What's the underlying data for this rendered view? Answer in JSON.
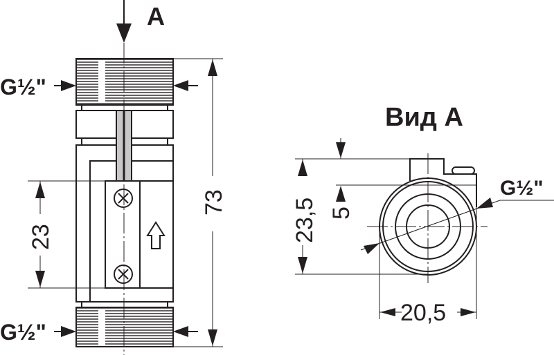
{
  "drawing": {
    "view_arrow_label": "A",
    "view_title": "Вид А",
    "thread_top_label": "G½\"",
    "thread_bottom_label": "G½\"",
    "thread_side_label": "G½\"",
    "dim_total_length": "73",
    "dim_mount_spacing": "23",
    "dim_height": "23,5",
    "dim_offset": "5",
    "dim_width": "20,5"
  }
}
